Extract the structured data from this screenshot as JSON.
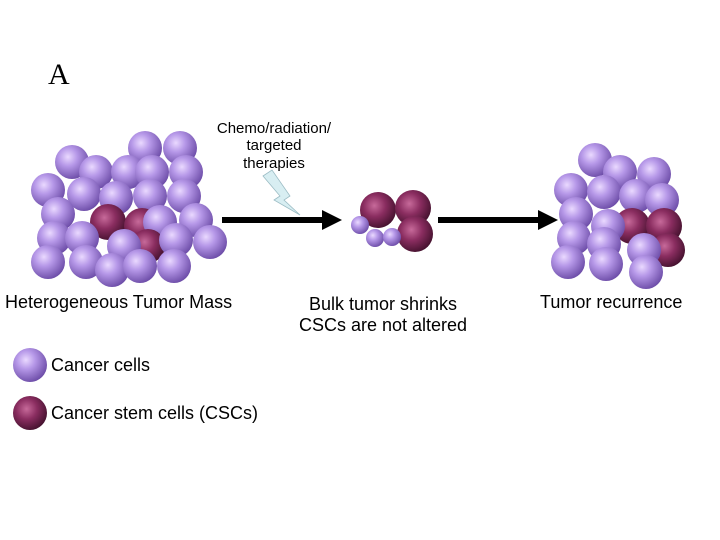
{
  "panel_letter": "A",
  "therapy_label": [
    "Chemo/radiation/",
    "targeted",
    "therapies"
  ],
  "stages": {
    "initial": "Heterogeneous Tumor Mass",
    "after_treatment": [
      "Bulk tumor shrinks",
      "CSCs are not altered"
    ],
    "final": "Tumor recurrence"
  },
  "legend": {
    "cancer_cells": "Cancer cells",
    "cancer_stem_cells": "Cancer stem cells (CSCs)"
  },
  "colors": {
    "cancer_cell": "#a98adf",
    "cancer_stem_cell": "#8a2d60",
    "lightning": "#d8eef2",
    "arrow": "#000000"
  },
  "icons": {
    "lightning": "lightning-bolt-icon",
    "arrow": "right-arrow-icon"
  }
}
